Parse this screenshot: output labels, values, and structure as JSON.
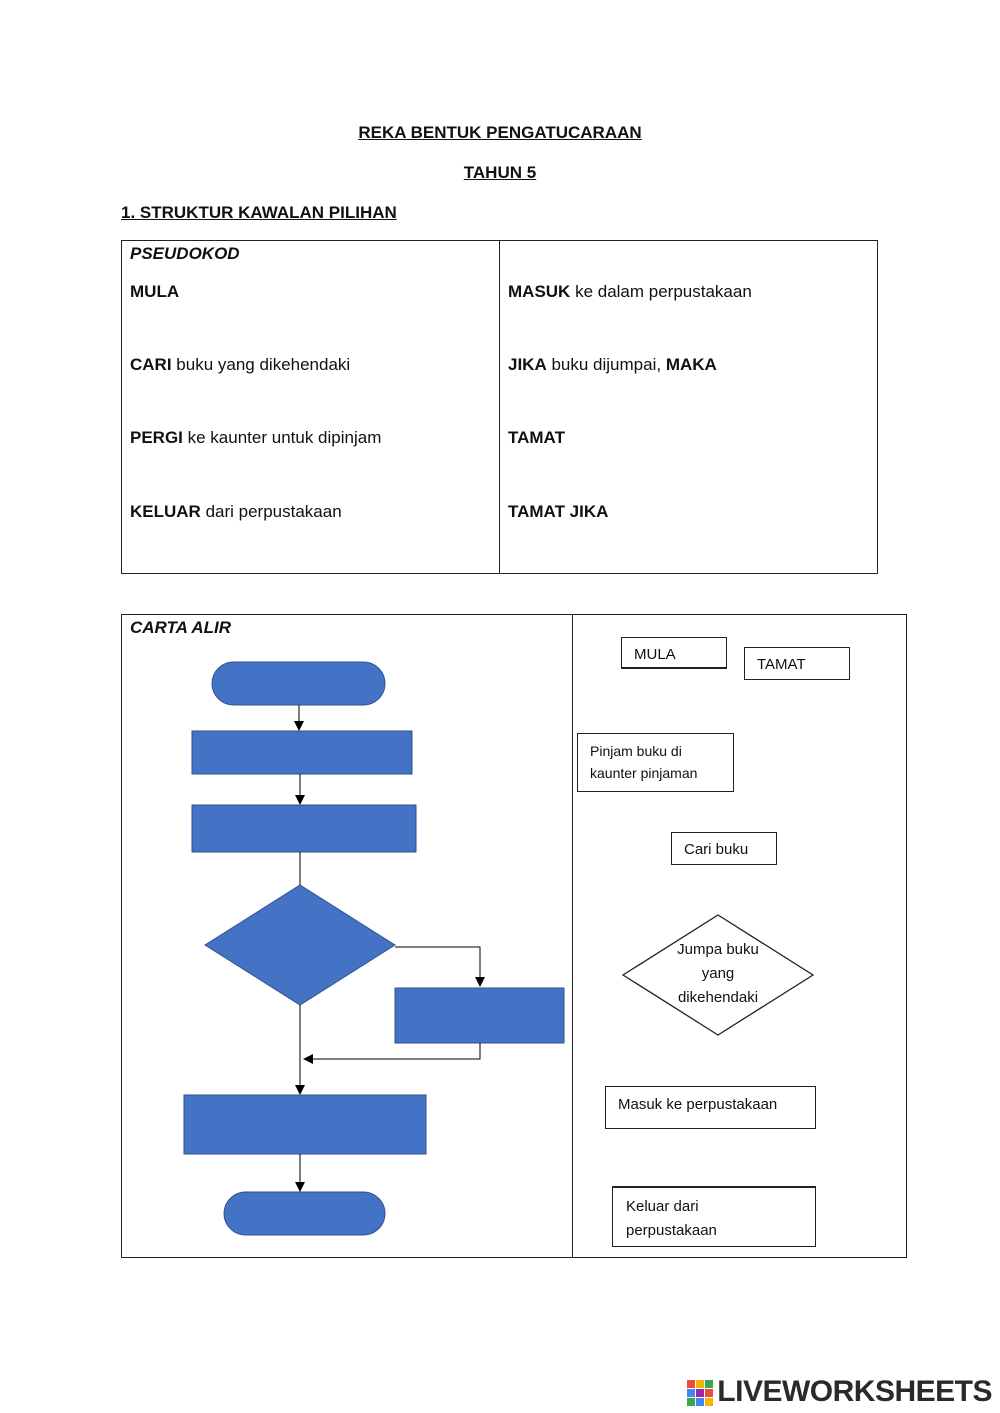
{
  "header": {
    "title": "REKA BENTUK PENGATUCARAAN",
    "subtitle": "TAHUN 5",
    "section": "1. STRUKTUR KAWALAN PILIHAN"
  },
  "pseudocode": {
    "heading": "PSEUDOKOD",
    "left": [
      {
        "kw": "MULA",
        "rest": ""
      },
      {
        "kw": "CARI",
        "rest": " buku yang dikehendaki"
      },
      {
        "kw": "PERGI",
        "rest": " ke kaunter untuk dipinjam"
      },
      {
        "kw": "KELUAR",
        "rest": " dari perpustakaan"
      }
    ],
    "right": [
      {
        "kw": "MASUK",
        "rest": " ke dalam perpustakaan",
        "kw2": ""
      },
      {
        "kw": "JIKA",
        "rest": " buku dijumpai, ",
        "kw2": "MAKA"
      },
      {
        "kw": "TAMAT",
        "rest": "",
        "kw2": ""
      },
      {
        "kw": "TAMAT JIKA",
        "rest": "",
        "kw2": ""
      }
    ]
  },
  "flowchart": {
    "heading": "CARTA ALIR",
    "fill_color": "#4472C4",
    "stroke_color": "#2F528F",
    "options": {
      "mula": "MULA",
      "tamat": "TAMAT",
      "pinjam_line1": "Pinjam buku di",
      "pinjam_line2": "kaunter pinjaman",
      "cari": "Cari buku",
      "jumpa_line1": "Jumpa buku",
      "jumpa_line2": "yang",
      "jumpa_line3": "dikehendaki",
      "masuk": "Masuk ke perpustakaan",
      "keluar_line1": "Keluar dari",
      "keluar_line2": "perpustakaan"
    }
  },
  "footer": {
    "brand": "LIVEWORKSHEETS"
  }
}
